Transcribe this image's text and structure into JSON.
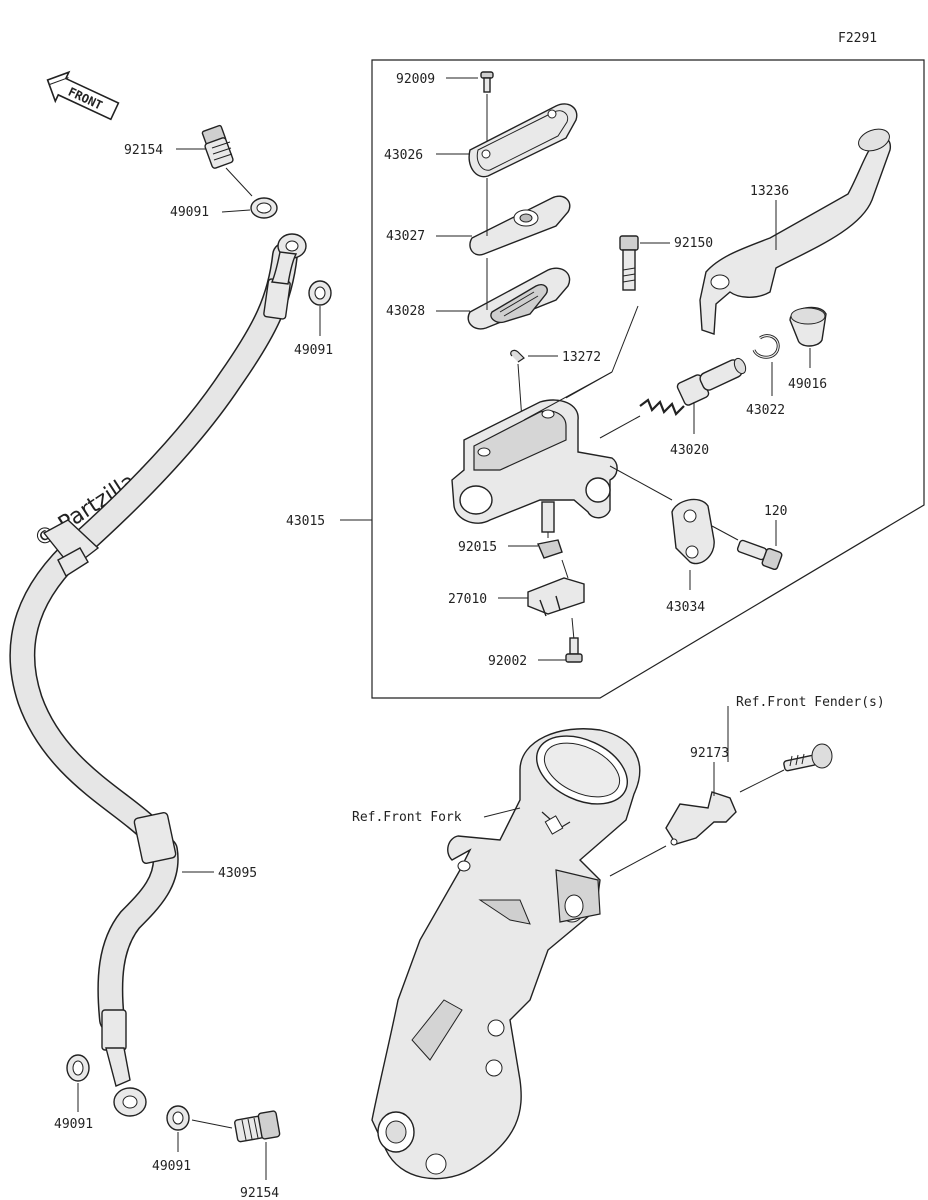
{
  "figure_code": "F2291",
  "front_arrow": "FRONT",
  "watermark": "© Partzilla.com",
  "references": {
    "front_fork": "Ref.Front Fork",
    "front_fender": "Ref.Front Fender(s)"
  },
  "callouts": {
    "p92009": "92009",
    "p43026": "43026",
    "p43027": "43027",
    "p43028": "43028",
    "p13272": "13272",
    "p43015": "43015",
    "p92015": "92015",
    "p27010": "27010",
    "p92002": "92002",
    "p92150": "92150",
    "p13236": "13236",
    "p49016": "49016",
    "p43022": "43022",
    "p43020": "43020",
    "p120": "120",
    "p43034": "43034",
    "p92173": "92173",
    "p92154_top": "92154",
    "p49091_top": "49091",
    "p49091_mid": "49091",
    "p43095": "43095",
    "p49091_bl": "49091",
    "p49091_bm": "49091",
    "p92154_bottom": "92154"
  }
}
